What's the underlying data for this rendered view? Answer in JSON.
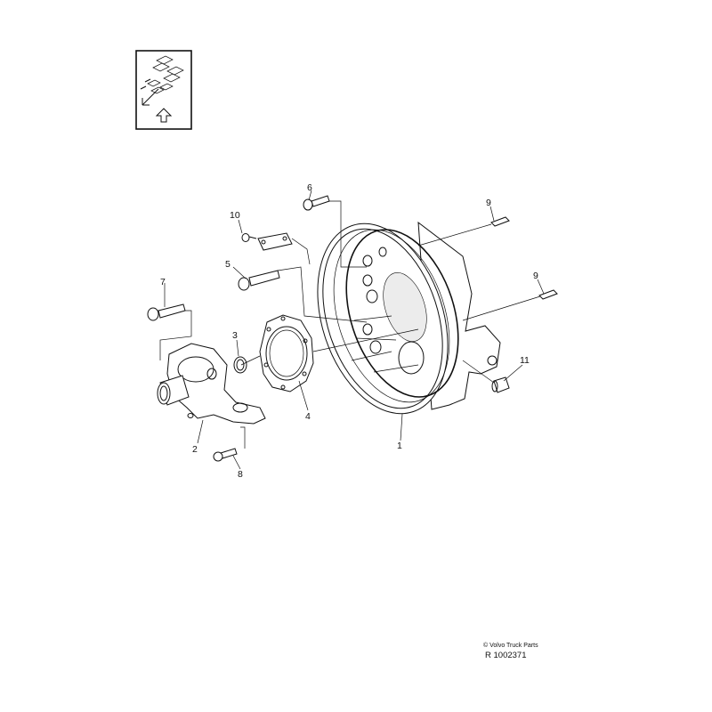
{
  "parts": [
    {
      "key": "p1",
      "label": "1"
    },
    {
      "key": "p2",
      "label": "2"
    },
    {
      "key": "p3",
      "label": "3"
    },
    {
      "key": "p4",
      "label": "4"
    },
    {
      "key": "p5",
      "label": "5"
    },
    {
      "key": "p6",
      "label": "6"
    },
    {
      "key": "p7",
      "label": "7"
    },
    {
      "key": "p8",
      "label": "8"
    },
    {
      "key": "p9a",
      "label": "9"
    },
    {
      "key": "p9b",
      "label": "9"
    },
    {
      "key": "p10",
      "label": "10"
    },
    {
      "key": "p11",
      "label": "11"
    }
  ],
  "copyright": "© Volvo Truck Parts",
  "reference": "R 1002371",
  "icons": {
    "orientation": "exploded-view-orientation-icon",
    "arrow": "up-arrow-icon"
  }
}
